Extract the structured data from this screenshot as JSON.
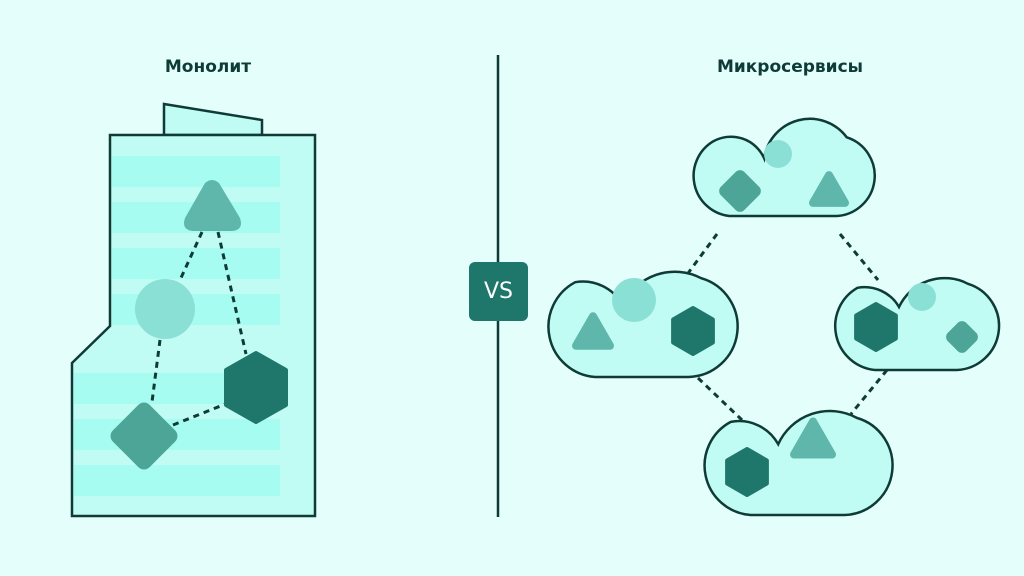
{
  "titles": {
    "left": "Монолит",
    "right": "Микросервисы"
  },
  "badge": {
    "label": "VS"
  },
  "colors": {
    "background": "#e3fefb",
    "outline": "#0e3b36",
    "container_fill": "#c1fcf4",
    "stripe_fill": "#a6fcf0",
    "circle": "#8be0d5",
    "triangle": "#5fb7ab",
    "diamond": "#4da597",
    "hexagon": "#1e776a",
    "badge": "#1e776a"
  },
  "monolith": {
    "components": [
      "triangle",
      "circle",
      "hexagon",
      "diamond"
    ],
    "connections": [
      [
        "triangle",
        "circle"
      ],
      [
        "triangle",
        "hexagon"
      ],
      [
        "circle",
        "diamond"
      ],
      [
        "diamond",
        "hexagon"
      ]
    ]
  },
  "microservices": {
    "services": [
      {
        "name": "top",
        "components": [
          "circle",
          "diamond",
          "triangle"
        ]
      },
      {
        "name": "left",
        "components": [
          "circle",
          "triangle",
          "hexagon"
        ]
      },
      {
        "name": "right",
        "components": [
          "circle",
          "hexagon",
          "diamond"
        ]
      },
      {
        "name": "bottom",
        "components": [
          "hexagon",
          "triangle"
        ]
      }
    ],
    "connections": [
      [
        "top",
        "left"
      ],
      [
        "top",
        "right"
      ],
      [
        "left",
        "bottom"
      ],
      [
        "right",
        "bottom"
      ]
    ]
  }
}
